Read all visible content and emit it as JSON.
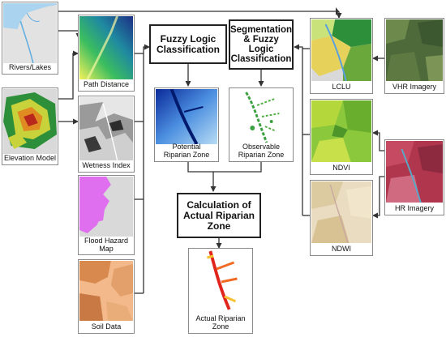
{
  "inputs": {
    "rivers_lakes": "Rivers/Lakes",
    "elevation_model": "Elevation Model",
    "vhr_imagery": "VHR Imagery",
    "hr_imagery": "HR Imagery"
  },
  "layers": {
    "path_distance": "Path Distance",
    "wetness_index": "Wetness Index",
    "flood_hazard_map": "Flood Hazard\nMap",
    "soil_data": "Soil Data",
    "lclu": "LCLU",
    "ndvi": "NDVI",
    "ndwi": "NDWI"
  },
  "processes": {
    "fuzzy_logic": "Fuzzy Logic\nClassification",
    "segmentation_fuzzy": "Segmentation\n& Fuzzy\nLogic\nClassification",
    "calculation": "Calculation of\nActual Riparian\nZone"
  },
  "outputs": {
    "potential": "Potential\nRiparian Zone",
    "observable": "Observable\nRiparian Zone",
    "actual": "Actual Riparian\nZone"
  },
  "colors": {
    "arrow": "#333333",
    "border": "#8a8a8a"
  }
}
